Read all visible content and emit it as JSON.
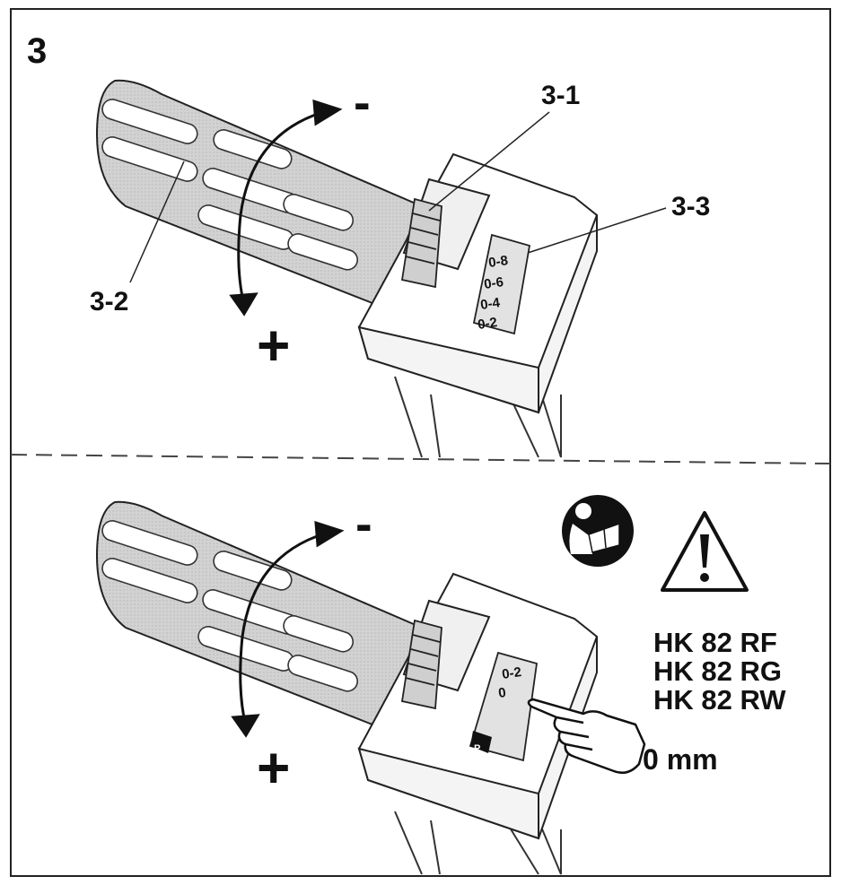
{
  "figure": {
    "step_number": "3",
    "top_panel": {
      "callouts": [
        "3-1",
        "3-2",
        "3-3"
      ],
      "minus_sign": "-",
      "plus_sign": "+",
      "scale_marks": [
        "0-8",
        "0-6",
        "0-4",
        "0-2"
      ]
    },
    "bottom_panel": {
      "minus_sign": "-",
      "plus_sign": "+",
      "scale_marks": [
        "0-2",
        "0"
      ],
      "park_mark": "P",
      "models": [
        "HK 82 RF",
        "HK 82 RG",
        "HK 82 RW"
      ],
      "setting_value": "0 mm",
      "icons": [
        "read-manual-icon",
        "warning-triangle-icon",
        "pointing-hand-icon"
      ]
    }
  }
}
